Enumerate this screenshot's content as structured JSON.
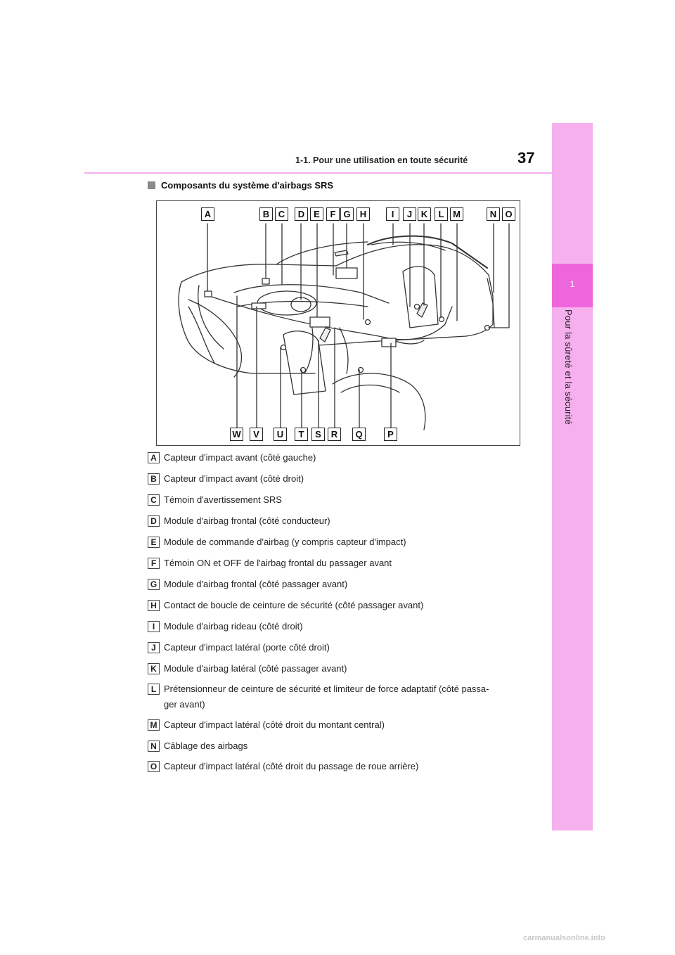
{
  "header": {
    "title": "1-1. Pour une utilisation en toute sécurité",
    "page_number": "37"
  },
  "side_tab": {
    "chapter_number": "1",
    "chapter_title": "Pour la sûreté et la sécurité"
  },
  "section": {
    "heading": "Composants du système d'airbags SRS"
  },
  "diagram": {
    "top_labels": [
      "A",
      "B",
      "C",
      "D",
      "E",
      "F",
      "G",
      "H",
      "I",
      "J",
      "K",
      "L",
      "M",
      "N",
      "O"
    ],
    "bottom_labels": [
      "W",
      "V",
      "U",
      "T",
      "S",
      "R",
      "Q",
      "P"
    ]
  },
  "legend": [
    {
      "letter": "A",
      "text": "Capteur d'impact avant (côté gauche)"
    },
    {
      "letter": "B",
      "text": "Capteur d'impact avant (côté droit)"
    },
    {
      "letter": "C",
      "text": "Témoin d'avertissement SRS"
    },
    {
      "letter": "D",
      "text": "Module d'airbag frontal (côté conducteur)"
    },
    {
      "letter": "E",
      "text": "Module de commande d'airbag (y compris capteur d'impact)"
    },
    {
      "letter": "F",
      "text": "Témoin ON et OFF de l'airbag frontal du passager avant"
    },
    {
      "letter": "G",
      "text": "Module d'airbag frontal (côté passager avant)"
    },
    {
      "letter": "H",
      "text": "Contact de boucle de ceinture de sécurité (côté passager avant)"
    },
    {
      "letter": "I",
      "text": "Module d'airbag rideau (côté droit)"
    },
    {
      "letter": "J",
      "text": "Capteur d'impact latéral (porte côté droit)"
    },
    {
      "letter": "K",
      "text": "Module d'airbag latéral (côté passager avant)"
    },
    {
      "letter": "L",
      "text": "Prétensionneur de ceinture de sécurité et limiteur de force adaptatif (côté passa-",
      "text2": "ger avant)"
    },
    {
      "letter": "M",
      "text": "Capteur d'impact latéral (côté droit du montant central)"
    },
    {
      "letter": "N",
      "text": "Câblage des airbags"
    },
    {
      "letter": "O",
      "text": "Capteur d'impact latéral (côté droit du passage de roue arrière)"
    }
  ],
  "footer": {
    "watermark": "carmanualsonline.info"
  }
}
